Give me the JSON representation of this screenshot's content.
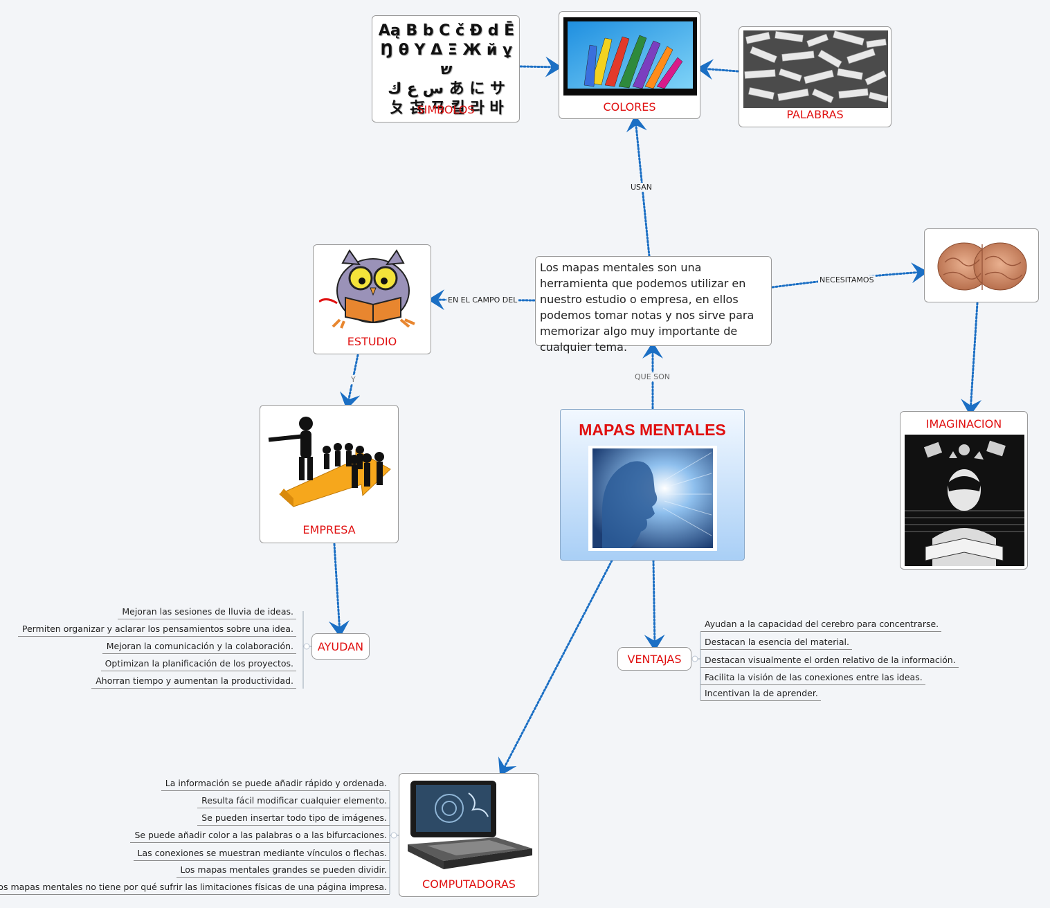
{
  "root": {
    "title": "MAPAS MENTALES"
  },
  "definition": {
    "text": "Los mapas mentales son una herramienta que podemos utilizar en nuestro estudio o empresa, en ellos podemos tomar notas y nos sirve para memorizar algo muy importante de cualquier tema."
  },
  "connector_labels": {
    "que_son": "QUE SON",
    "usan": "USAN",
    "en_el_campo_del": "EN EL CAMPO DEL",
    "necesitamos": "NECESITAMOS",
    "y": "Y"
  },
  "nodes": {
    "simbolos": "SIMBOLOS",
    "colores": "COLORES",
    "palabras": "PALABRAS",
    "estudio": "ESTUDIO",
    "empresa": "EMPRESA",
    "imaginacion": "IMAGINACION",
    "ayudan": "AYUDAN",
    "ventajas": "VENTAJAS",
    "computadoras": "COMPUTADORAS"
  },
  "symbols_glyphs": [
    "Aą B b C č Đ d Ē",
    "Ŋ θ Y Δ Ξ Ж й ұ ש",
    "س ع ك あ に サ",
    "ㄆ 㐂 ㄢ 킬 라 바"
  ],
  "ayudan_items": [
    "Mejoran las sesiones de lluvia de ideas.",
    "Permiten organizar y aclarar los pensamientos sobre una idea.",
    "Mejoran la comunicación y la colaboración.",
    "Optimizan la planificación de los proyectos.",
    "Ahorran tiempo y aumentan la productividad."
  ],
  "ventajas_items": [
    "Ayudan a la capacidad del cerebro para concentrarse.",
    "Destacan la esencia del material.",
    "Destacan visualmente el orden relativo de la información.",
    "Facilita la visión de las conexiones entre las ideas.",
    "Incentivan la de aprender."
  ],
  "computadoras_items": [
    "La información se puede añadir rápido y ordenada.",
    "Resulta fácil modificar cualquier elemento.",
    "Se pueden insertar todo tipo de imágenes.",
    "Se puede añadir color a las palabras o a las bifurcaciones.",
    "Las conexiones se muestran mediante vínculos o flechas.",
    "Los mapas mentales grandes se pueden dividir.",
    "Los mapas mentales no tiene por qué sufrir las limitaciones físicas de una página impresa."
  ],
  "colors": {
    "accent_red": "#e01010",
    "connector_blue": "#1b6fc4",
    "root_gradient_top": "#f2f8ff",
    "root_gradient_bottom": "#a9cff6"
  }
}
